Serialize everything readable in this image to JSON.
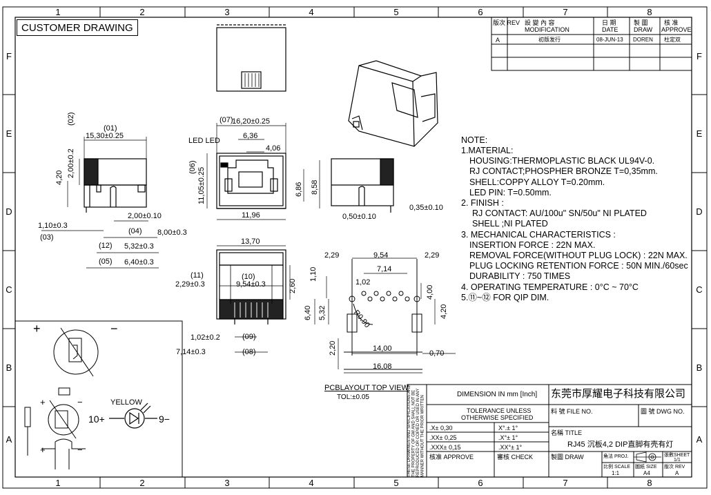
{
  "frame": {
    "cols": [
      "1",
      "2",
      "3",
      "4",
      "5",
      "6",
      "7",
      "8"
    ],
    "rows": [
      "F",
      "E",
      "D",
      "C",
      "B",
      "A"
    ]
  },
  "header": {
    "title": "CUSTOMER DRAWING"
  },
  "revision": {
    "col_rev": "版次\nREV",
    "col_mod_cn": "設 變 內 容",
    "col_mod": "MODIFICATION",
    "col_date_cn": "日 期",
    "col_date": "DATE",
    "col_draw_cn": "製 圖",
    "col_draw": "DRAW",
    "col_app_cn": "核 准",
    "col_app": "APPROVE",
    "rows": [
      {
        "rev": "A",
        "mod": "初版发行",
        "date": "08-JUN-13",
        "draw": "DOREN",
        "app": "杜定双"
      }
    ]
  },
  "dims": {
    "d01": "15,30±0.25",
    "d02": "2,00±0.2",
    "d420a": "4,20",
    "d07": "16,20±0.25",
    "led": "LED",
    "d636": "6,36",
    "d406": "4,06",
    "d06": "11,05±0.25",
    "d686": "6,86",
    "d858": "8,58",
    "d1196": "11,96",
    "d110": "1,10±0.3",
    "d200": "2,00±0.10",
    "d050": "0,50±0.10",
    "d035": "0,35±0.10",
    "d04": "8,00±0.3",
    "d12": "5,32±0.3",
    "d05": "6,40±0.3",
    "d1370": "13,70",
    "d11": "2,29±0.3",
    "d10": "9,54±0.3",
    "d260": "2,60",
    "d09": "1,02±0.2",
    "d08": "7,14±0.3",
    "p229a": "2,29",
    "p954": "9,54",
    "p229b": "2,29",
    "p714": "7,14",
    "p110": "1,10",
    "p102": "1,02",
    "p400": "4,00",
    "p640": "6,40",
    "p532": "5,32",
    "r090": "R0.90",
    "p420": "4,20",
    "p220": "2,20",
    "p1400": "14,00",
    "p070": "0,70",
    "p1608": "16,08"
  },
  "balloons": {
    "b01": "01",
    "b02": "02",
    "b03": "03",
    "b04": "04",
    "b05": "05",
    "b06": "06",
    "b07": "07",
    "b08": "08",
    "b09": "09",
    "b10": "10",
    "b11": "11",
    "b12": "12"
  },
  "led_diagram": {
    "yellow": "YELLOW",
    "pin10": "10+",
    "pin9": "9−",
    "plus": "+",
    "minus": "−"
  },
  "pcb": {
    "title": "PCBLAYOUT TOP VIEW",
    "tol": "TOL:±0.05"
  },
  "notes": {
    "n0": "NOTE:",
    "n1": "1.MATERIAL:",
    "n2": "HOUSING:THERMOPLASTIC BLACK UL94V-0.",
    "n3": "RJ CONTACT;PHOSPHER BRONZE T=0,35mm.",
    "n4": "SHELL:COPPY ALLOY  T=0.20mm.",
    "n5": "LED PIN:  T=0.50mm.",
    "n6": "2. FINISH :",
    "n7": "RJ CONTACT: AU/100u\" SN/50u\" NI PLATED",
    "n8": "SHELL ;NI PLATED",
    "n9": "3. MECHANICAL CHARACTERISTICS :",
    "n10": "INSERTION FORCE : 22N MAX.",
    "n11": "REMOVAL FORCE(WITHOUT PLUG LOCK) : 22N MAX.",
    "n12": "PLUG LOCKING RETENTION FORCE : 50N MIN./60sec",
    "n13": "DURABILITY : 750 TIMES",
    "n14": "4. OPERATING TEMPERATURE : 0°C ~ 70°C",
    "n15": "5.⑪~⑫ FOR QIP  DIM."
  },
  "titleblock": {
    "disclaimer": "THESE DRAWINGS AND SPECIFICATIONS ARE THE PROPERTY OF GM AND SHALL NOT BE REPRODUCED OR COPIED OR USED IN ANY MANNER WITHOUT THE PRIOR WRITTEN CONSENT OF GM",
    "dimension": "DIMENSION IN mm [Inch]",
    "company": "东莞市厚耀电子科技有限公司",
    "tol1": "TOLERANCE UNLESS",
    "tol2": "OTHERWISE SPECIFIED",
    "t1a": ".X± 0,30",
    "t1b": "X°.± 1°",
    "t2a": ".XX± 0,25",
    "t2b": ".X°± 1°",
    "t3a": ".XXX± 0,15",
    "t3b": ".XX°± 1°",
    "file_label": "料 號 FILE NO.",
    "dwg_label": "圖 號 DWG NO.",
    "title_label": "名稱 TITLE",
    "title_value": "RJ45 沉板4,2 DIP直脚有壳有灯",
    "approve": "核准 APPROVE",
    "check": "審核 CHECK",
    "draw": "製圖 DRAW",
    "proj": "角法 PROJ.",
    "sheet_label": "張數SHEET",
    "sheet_value": "1/1",
    "scale_label": "比例 SCALE",
    "scale_value": "1:1",
    "size_label": "圖紙 SIZE",
    "size_value": "A4",
    "rev_label": "版次 REV",
    "rev_value": "A"
  }
}
